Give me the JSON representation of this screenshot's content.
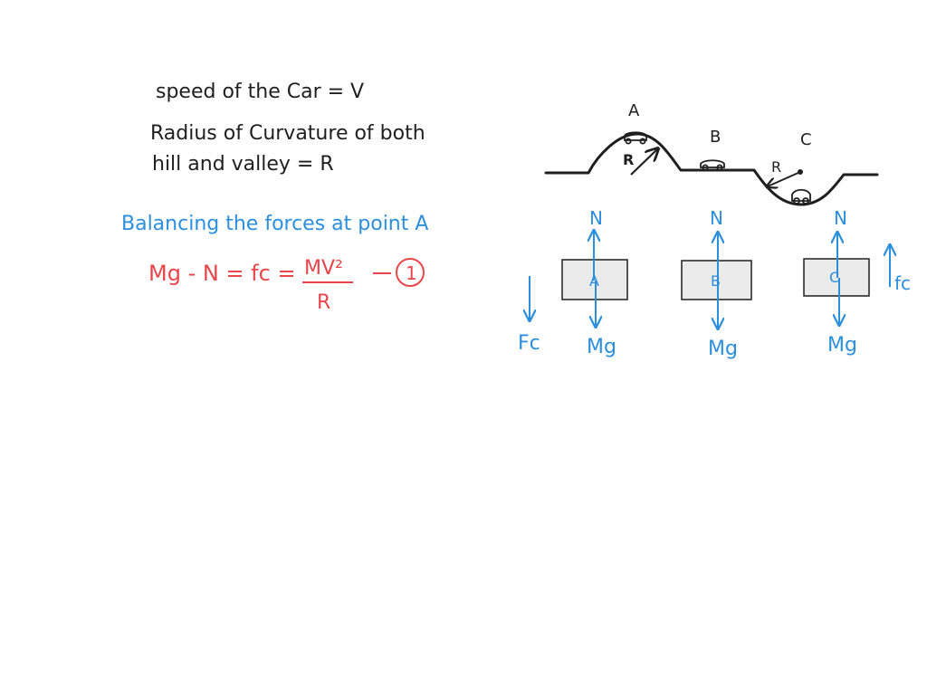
{
  "notes": {
    "line1": "speed of the Car = V",
    "line2": "Radius of Curvature of both",
    "line3": "hill and valley = R",
    "heading": "Balancing the forces at point A",
    "eq_left": "Mg - N = fc =",
    "eq_num": "MV²",
    "eq_den": "R",
    "eq_tag": "1"
  },
  "terrain": {
    "label_a": "A",
    "label_b": "B",
    "label_c": "C",
    "radius_hill": "R",
    "radius_valley": "R"
  },
  "fbd": {
    "box_a": "A",
    "box_b": "B",
    "box_c": "C",
    "normal": "N",
    "weight": "Mg",
    "fc_left": "Fc",
    "fc_right": "fc"
  },
  "colors": {
    "black": "#1f1f1f",
    "blue": "#2b8fdc",
    "red": "#e8464a",
    "box_fill": "#ebebeb"
  }
}
